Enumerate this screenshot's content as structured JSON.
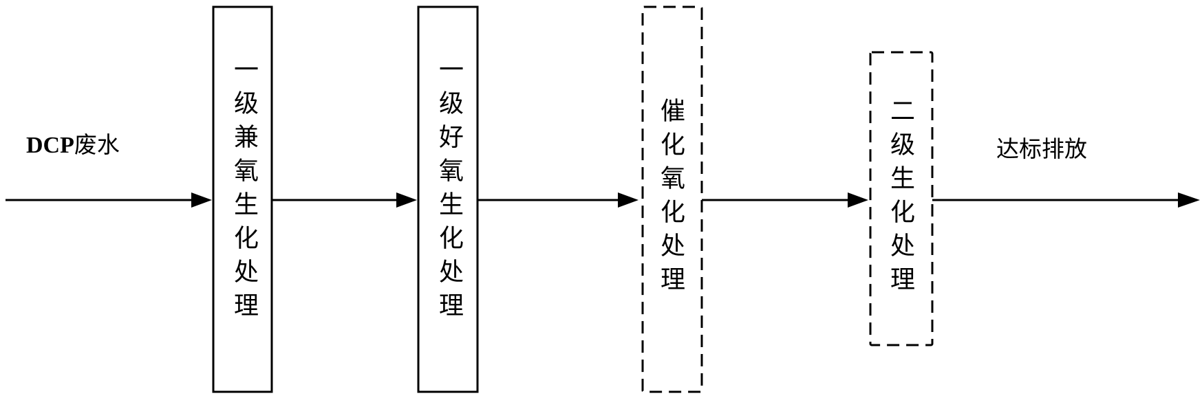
{
  "input_label": {
    "latin": "DCP",
    "cjk": "废水"
  },
  "output_label": "达标排放",
  "steps": [
    {
      "text": "一级兼氧生化处理",
      "border": "solid"
    },
    {
      "text": "一级好氧生化处理",
      "border": "solid"
    },
    {
      "text": "催化氧化处理",
      "border": "dashed"
    },
    {
      "text": "二级生化处理",
      "border": "dashed"
    }
  ],
  "colors": {
    "line": "#000000",
    "background": "#ffffff"
  }
}
